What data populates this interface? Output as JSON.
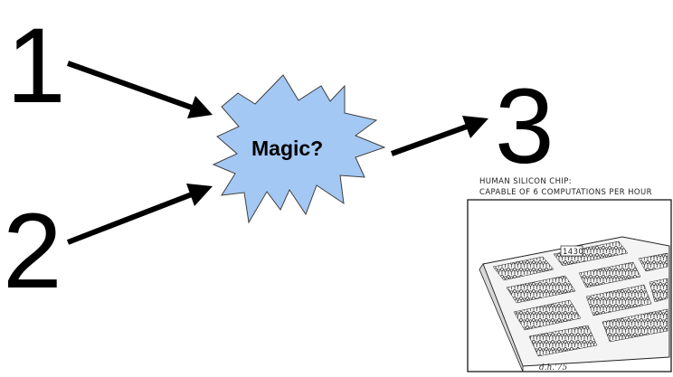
{
  "numbers": {
    "one": "1",
    "two": "2",
    "three": "3"
  },
  "burst": {
    "label": "Magic?",
    "fill": "#a4c8f4",
    "stroke": "#3f3f3f"
  },
  "arrow_color": "#000000",
  "comic": {
    "caption_line1": "HUMAN SILICON CHIP:",
    "caption_line2": "CAPABLE OF 6 COMPUTATIONS PER HOUR",
    "chip_label": "1430",
    "signature": "d.h.'75"
  }
}
